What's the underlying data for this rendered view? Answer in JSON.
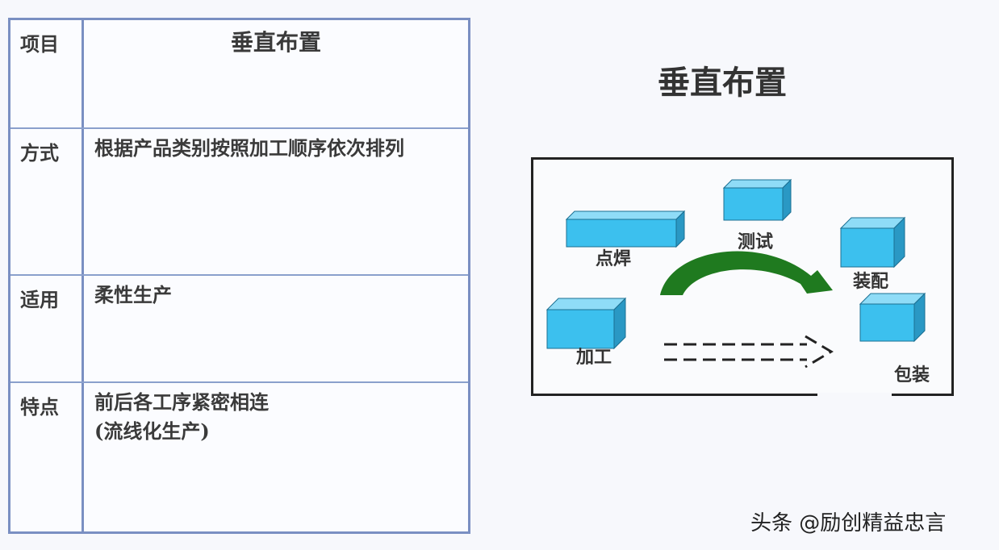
{
  "table": {
    "header": {
      "label": "项目",
      "value": "垂直布置"
    },
    "rows": [
      {
        "label": "方式",
        "value": "根据产品类别按照加工顺序依次排列"
      },
      {
        "label": "适用",
        "value": "柔性生产"
      },
      {
        "label": "特点",
        "value": "前后各工序紧密相连\n(流线化生产)"
      }
    ]
  },
  "diagram": {
    "title": "垂直布置",
    "stations": {
      "dianhan": "点焊",
      "ceshi": "测试",
      "zhuangpei": "装配",
      "jiagong": "加工",
      "baozhuang": "包装"
    },
    "colors": {
      "box_front": "#3cc0ee",
      "box_top": "#8fdcf7",
      "box_side": "#2a98c4",
      "arrow": "#1f7a1f"
    }
  },
  "watermark": "头条 @励创精益忠言"
}
